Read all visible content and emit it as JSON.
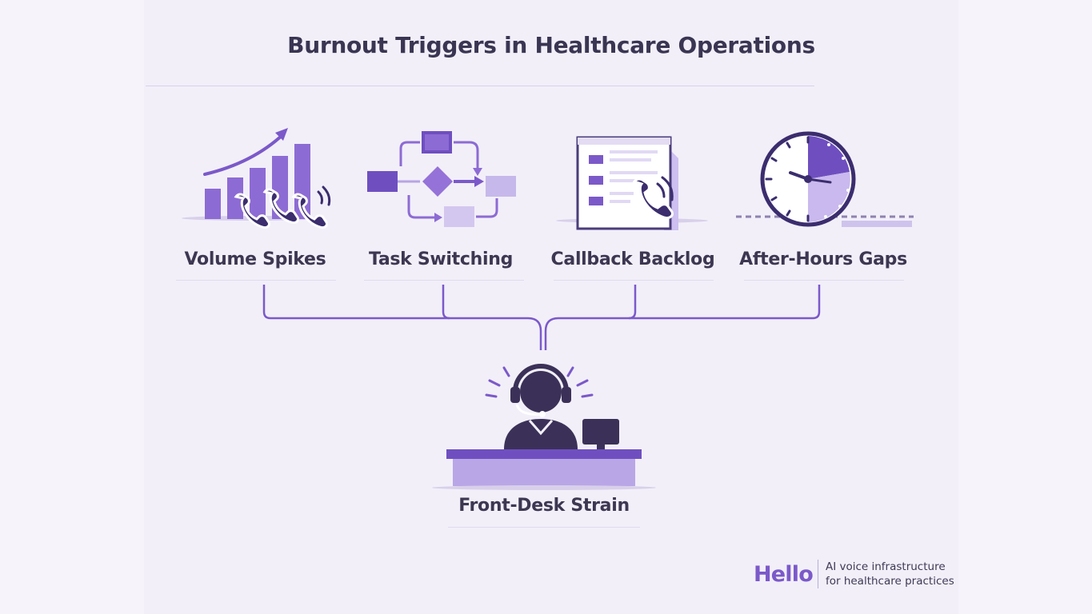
{
  "title": "Burnout Triggers in Healthcare Operations",
  "triggers": [
    {
      "label": "Volume Spikes",
      "icon": "rising-bar-chart-phones-icon"
    },
    {
      "label": "Task Switching",
      "icon": "workflow-diagram-icon"
    },
    {
      "label": "Callback Backlog",
      "icon": "backlog-list-phone-icon"
    },
    {
      "label": "After-Hours Gaps",
      "icon": "clock-icon"
    }
  ],
  "result": {
    "label": "Front-Desk Strain",
    "icon": "receptionist-headset-icon"
  },
  "brand": {
    "name": "Hello",
    "tagline_line1": "AI voice infrastructure",
    "tagline_line2": "for healthcare practices"
  },
  "colors": {
    "primary": "#7b59c9",
    "dark": "#3a3552",
    "light": "#b8a5e6",
    "background": "#f2eff9"
  }
}
